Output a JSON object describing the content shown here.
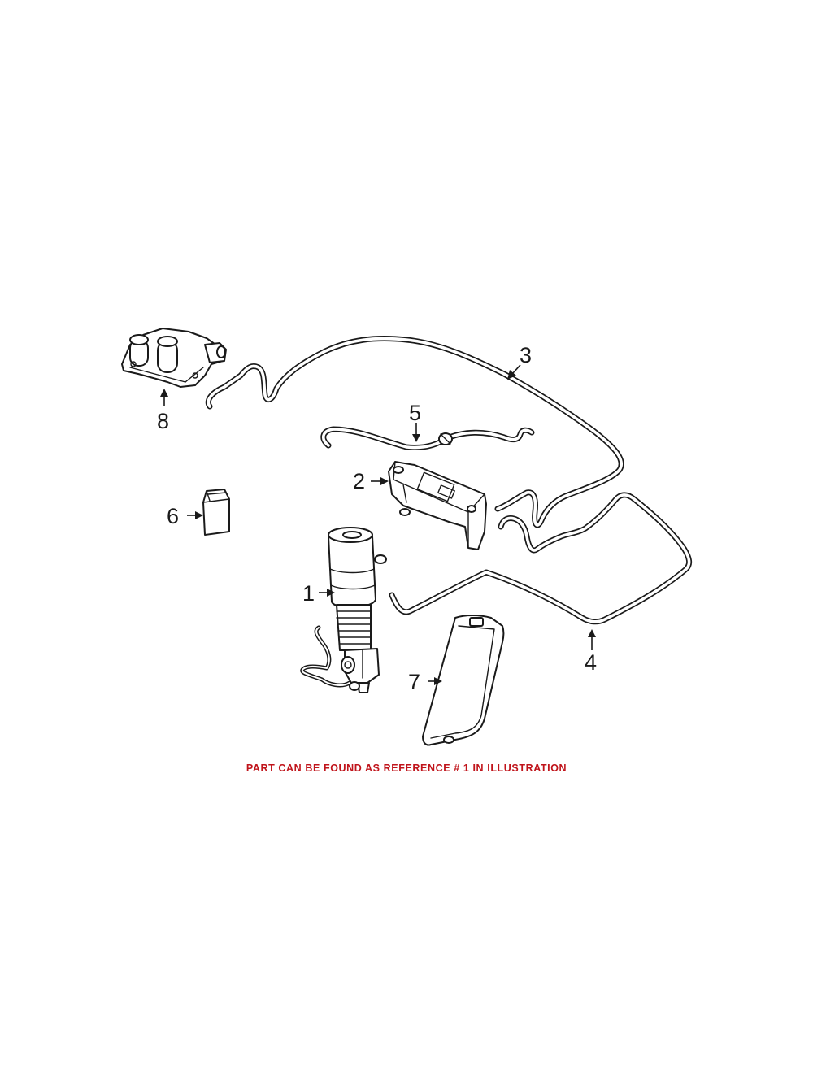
{
  "diagram": {
    "callouts": [
      {
        "id": "1",
        "label": "1"
      },
      {
        "id": "2",
        "label": "2"
      },
      {
        "id": "3",
        "label": "3"
      },
      {
        "id": "4",
        "label": "4"
      },
      {
        "id": "5",
        "label": "5"
      },
      {
        "id": "6",
        "label": "6"
      },
      {
        "id": "7",
        "label": "7"
      },
      {
        "id": "8",
        "label": "8"
      }
    ],
    "footnote": "PART CAN BE FOUND AS REFERENCE # 1 IN ILLUSTRATION",
    "colors": {
      "line": "#1a1a1a",
      "footnote": "#c0141b",
      "background": "#ffffff"
    }
  }
}
